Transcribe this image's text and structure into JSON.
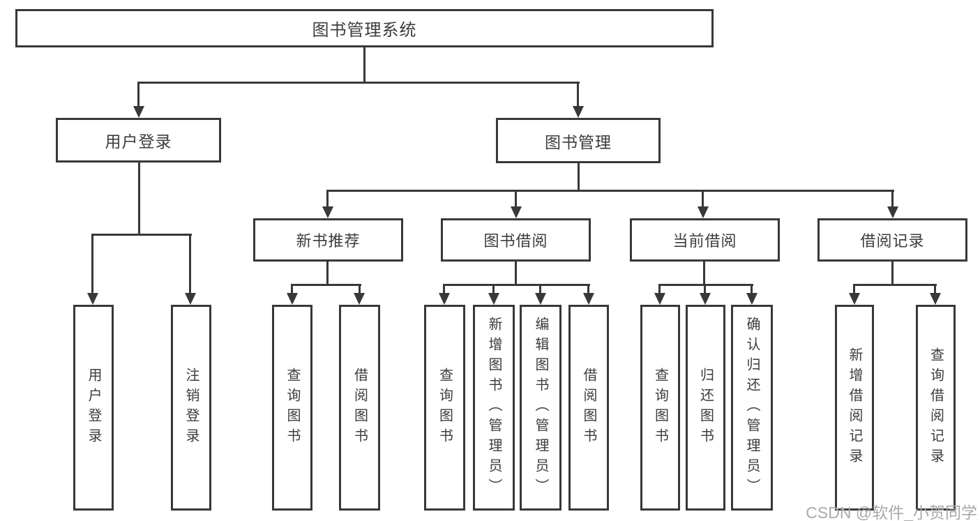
{
  "title": "图书管理系统",
  "watermark": "CSDN @软件_小贺同学",
  "colors": {
    "line": "#383838",
    "text": "#3c3c3c",
    "watermark": "#a9a9a9",
    "background": "#ffffff"
  },
  "nodes": {
    "root": {
      "label": "图书管理系统"
    },
    "level2": [
      {
        "label": "用户登录"
      },
      {
        "label": "图书管理"
      }
    ],
    "level3": [
      {
        "label": "新书推荐",
        "parent": "图书管理"
      },
      {
        "label": "图书借阅",
        "parent": "图书管理"
      },
      {
        "label": "当前借阅",
        "parent": "图书管理"
      },
      {
        "label": "借阅记录",
        "parent": "图书管理"
      }
    ],
    "leaves": [
      {
        "label": "用户登录",
        "parent": "用户登录"
      },
      {
        "label": "注销登录",
        "parent": "用户登录"
      },
      {
        "label": "查询图书",
        "parent": "新书推荐"
      },
      {
        "label": "借阅图书",
        "parent": "新书推荐"
      },
      {
        "label": "查询图书",
        "parent": "图书借阅"
      },
      {
        "label": "新增图书（管理员）",
        "parent": "图书借阅"
      },
      {
        "label": "编辑图书（管理员）",
        "parent": "图书借阅"
      },
      {
        "label": "借阅图书",
        "parent": "图书借阅"
      },
      {
        "label": "查询图书",
        "parent": "当前借阅"
      },
      {
        "label": "归还图书",
        "parent": "当前借阅"
      },
      {
        "label": "确认归还（管理员）",
        "parent": "当前借阅"
      },
      {
        "label": "新增借阅记录",
        "parent": "借阅记录"
      },
      {
        "label": "查询借阅记录",
        "parent": "借阅记录"
      }
    ]
  }
}
